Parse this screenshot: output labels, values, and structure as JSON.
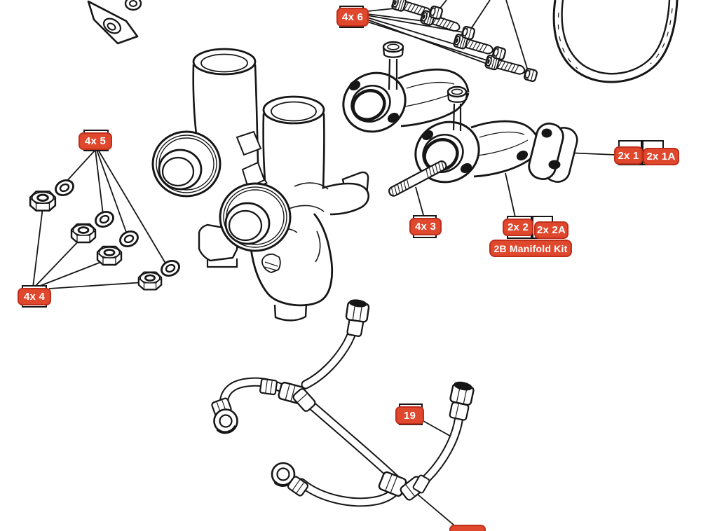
{
  "page": {
    "type": "exploded-parts-diagram",
    "subject": "carburettor and inlet manifold parts diagram",
    "background": "#ffffff"
  },
  "style": {
    "label_fill": "#e0482e",
    "label_border": "#bf2f1b",
    "label_text_color": "#ffffff",
    "part_box_border": "#161616",
    "line_color": "#161616"
  },
  "labels": [
    {
      "id": "label-4x6",
      "text": "4x 6"
    },
    {
      "id": "label-4x5",
      "text": "4x 5"
    },
    {
      "id": "label-4x4",
      "text": "4x 4"
    },
    {
      "id": "label-4x3",
      "text": "4x 3"
    },
    {
      "id": "label-2x1",
      "text": "2x 1"
    },
    {
      "id": "label-2x1a",
      "text": "2x 1A"
    },
    {
      "id": "label-2x2",
      "text": "2x 2"
    },
    {
      "id": "label-2x2a",
      "text": "2x 2A"
    },
    {
      "id": "label-2b-kit",
      "text": "2B Manifold Kit"
    },
    {
      "id": "label-19",
      "text": "19"
    },
    {
      "id": "label-partial-bottom",
      "text": ""
    }
  ],
  "parts": [
    "mounting-bracket",
    "drive-belt",
    "twin-carburettor-body",
    "socket-head-bolts",
    "lock-nuts-small",
    "spring-washers",
    "hex-nuts",
    "inlet-manifold-elbow-front",
    "inlet-manifold-elbow-rear",
    "manifold-studs",
    "loose-stud",
    "outlet-flange",
    "fuel-hose-assembly"
  ]
}
